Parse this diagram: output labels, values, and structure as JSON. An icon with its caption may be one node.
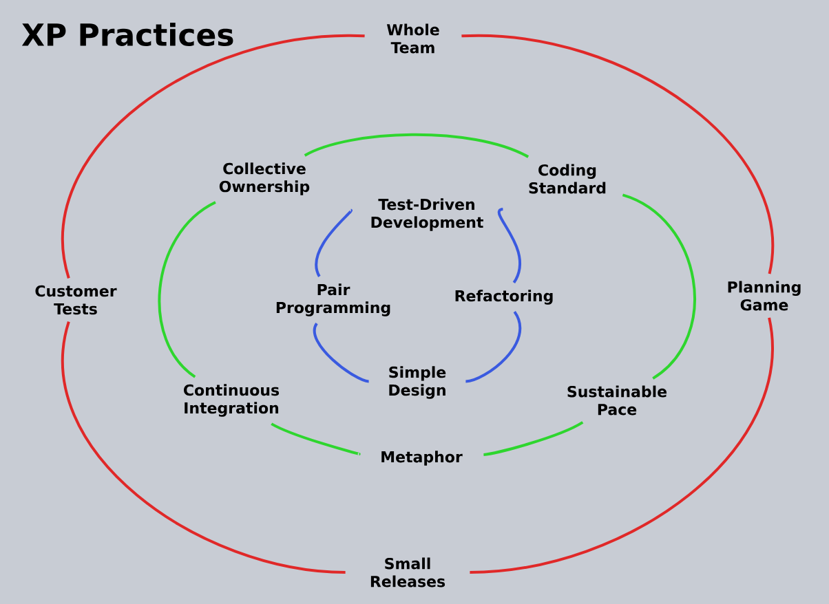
{
  "diagram": {
    "title": "XP Practices",
    "nodes": [
      {
        "text": [
          "Whole Team"
        ]
      },
      {
        "text": [
          "Collective Ownership"
        ]
      },
      {
        "text": [
          "Coding Standard"
        ]
      },
      {
        "text": [
          "Test-Driven Development"
        ]
      },
      {
        "text": [
          "Customer Tests"
        ]
      },
      {
        "text": [
          "Planning Game"
        ]
      },
      {
        "text": [
          "Pair Programming"
        ]
      },
      {
        "text": [
          "Refactoring"
        ]
      },
      {
        "text": [
          "Simple Design"
        ]
      },
      {
        "text": [
          "Continuous Integration"
        ]
      },
      {
        "text": [
          "Sustainable Pace"
        ]
      },
      {
        "text": [
          "Metaphor"
        ]
      },
      {
        "text": [
          "Small Releases"
        ]
      }
    ],
    "edges": [
      {
        "from": 0,
        "to": 5,
        "arrow": "none",
        "color": "#e02828"
      },
      {
        "from": 5,
        "to": 12,
        "arrow": "none",
        "color": "#e02828"
      },
      {
        "from": 12,
        "to": 4,
        "arrow": "none",
        "color": "#e02828"
      },
      {
        "from": 4,
        "to": 0,
        "arrow": "none",
        "color": "#e02828"
      },
      {
        "from": 1,
        "to": 2,
        "arrow": "none",
        "color": "#2ed62e"
      },
      {
        "from": 2,
        "to": 10,
        "arrow": "none",
        "color": "#2ed62e"
      },
      {
        "from": 10,
        "to": 11,
        "arrow": "none",
        "color": "#2ed62e"
      },
      {
        "from": 11,
        "to": 9,
        "arrow": "none",
        "color": "#2ed62e"
      },
      {
        "from": 9,
        "to": 1,
        "arrow": "none",
        "color": "#2ed62e"
      },
      {
        "from": 3,
        "to": 7,
        "arrow": "none",
        "color": "#3a5ae0"
      },
      {
        "from": 7,
        "to": 8,
        "arrow": "none",
        "color": "#3a5ae0"
      },
      {
        "from": 8,
        "to": 6,
        "arrow": "none",
        "color": "#3a5ae0"
      },
      {
        "from": 6,
        "to": 3,
        "arrow": "none",
        "color": "#3a5ae0"
      }
    ]
  }
}
